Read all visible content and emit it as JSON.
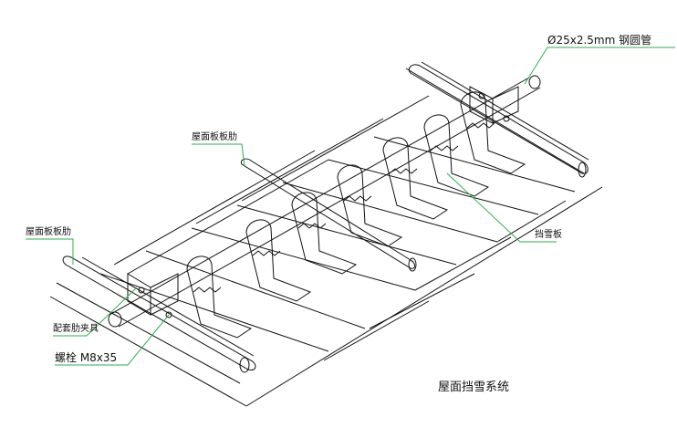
{
  "labels": {
    "pipe": "Ø25x2.5mm 钢圆管",
    "rib_top": "屋面板板肋",
    "rib_left": "屋面板板肋",
    "clamp": "配套肋夹具",
    "snow_plate": "挡雪板",
    "bolt": "螺栓 M8x35"
  },
  "title": "屋面挡雪系统"
}
